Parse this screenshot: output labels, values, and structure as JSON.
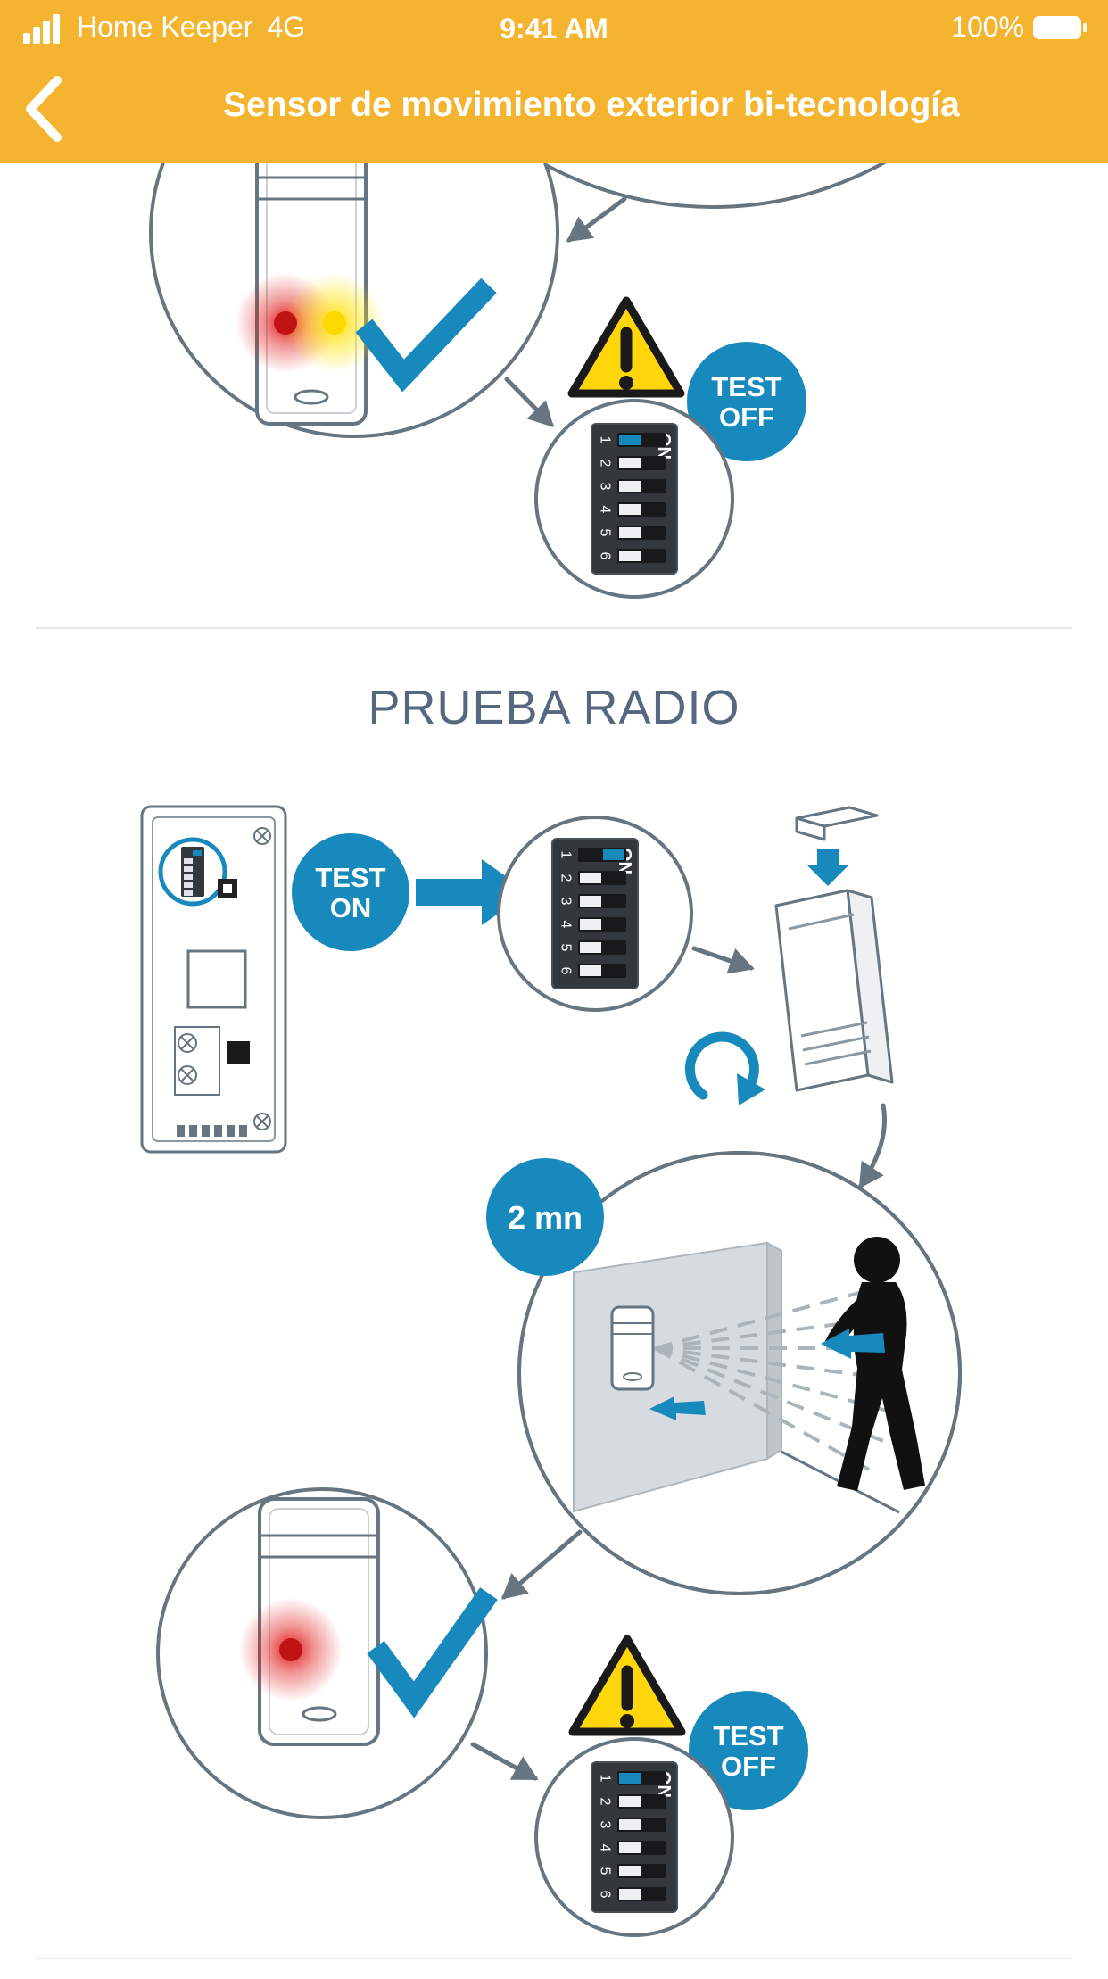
{
  "app": {
    "title": "Sensor de movimiento exterior bi-tecnología"
  },
  "status_bar": {
    "carrier": "Home Keeper",
    "network": "4G",
    "time": "9:41 AM",
    "battery_percent": "100%"
  },
  "sections": {
    "radio_test": {
      "heading": "PRUEBA RADIO"
    }
  },
  "badges": {
    "test_off": {
      "line1": "TEST",
      "line2": "OFF"
    },
    "test_on": {
      "line1": "TEST",
      "line2": "ON"
    },
    "timer": "2 mn"
  },
  "dip_switch": {
    "on_label": "ON",
    "positions": [
      "1",
      "2",
      "3",
      "4",
      "5",
      "6"
    ]
  },
  "icons": {
    "signal": "signal-strength-bars",
    "battery": "battery-full",
    "back": "chevron-left",
    "warning": "warning-triangle",
    "check": "checkmark",
    "arrow": "flow-arrow",
    "rotate": "rotate-clockwise"
  },
  "colors": {
    "header_background": "#F5B42F",
    "accent_blue": "#1789BD",
    "warning_yellow": "#FFD60A",
    "diagram_stroke": "#66757F",
    "led_red": "#D42020",
    "led_yellow": "#FFE23C",
    "heading_text": "#55687E"
  }
}
